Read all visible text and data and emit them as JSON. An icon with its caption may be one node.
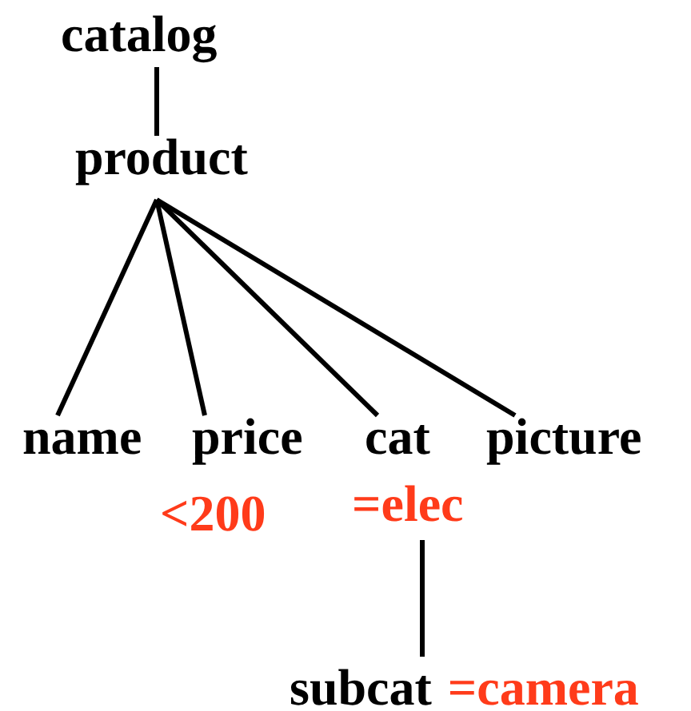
{
  "diagram": {
    "nodes": [
      {
        "text": [
          "catalog"
        ]
      },
      {
        "text": [
          "product"
        ]
      },
      {
        "text": [
          "name"
        ]
      },
      {
        "text": [
          "price"
        ],
        "beside": [
          "<200"
        ]
      },
      {
        "text": [
          "cat"
        ],
        "beside": [
          "=elec"
        ]
      },
      {
        "text": [
          "picture"
        ]
      },
      {
        "text": [
          "subcat"
        ],
        "beside": [
          "=camera"
        ]
      }
    ],
    "edges": [
      {
        "from": 0,
        "to": 1,
        "arrow": "none"
      },
      {
        "from": 1,
        "to": 2,
        "arrow": "none"
      },
      {
        "from": 1,
        "to": 3,
        "arrow": "none"
      },
      {
        "from": 1,
        "to": 4,
        "arrow": "none"
      },
      {
        "from": 1,
        "to": 5,
        "arrow": "none"
      },
      {
        "from": 4,
        "to": 6,
        "arrow": "none"
      }
    ]
  }
}
